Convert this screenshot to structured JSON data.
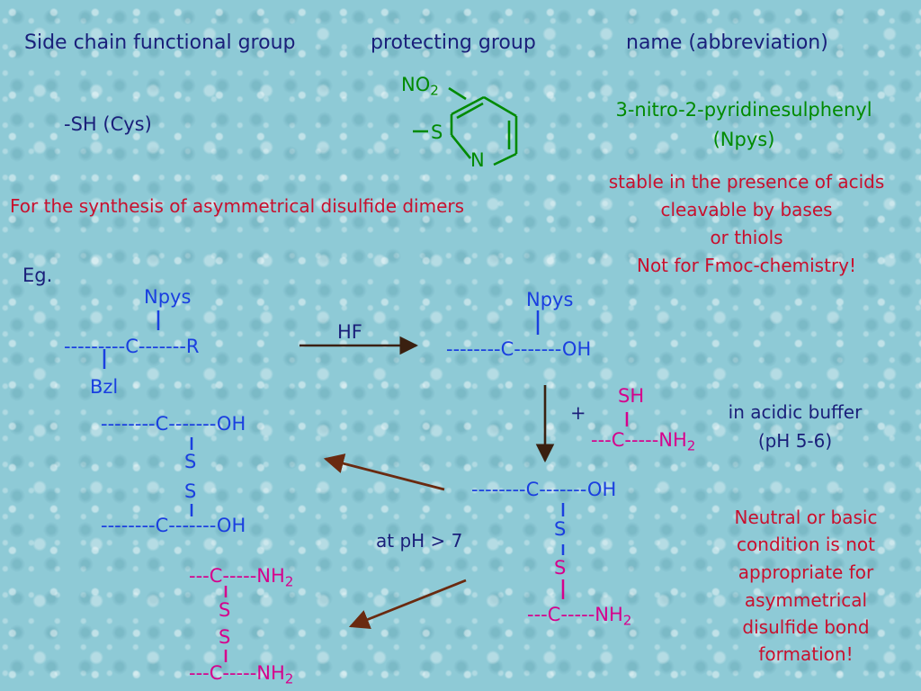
{
  "header": {
    "col1": "Side chain functional group",
    "col2": "protecting group",
    "col3": "name (abbreviation)"
  },
  "cys": {
    "group": "-SH (Cys)"
  },
  "structure": {
    "no2": "NO",
    "no2_sub": "2",
    "s": "S",
    "n": "N"
  },
  "name": {
    "line1": "3-nitro-2-pyridinesulphenyl",
    "line2": "(Npys)"
  },
  "synthesis_note": "For the synthesis of asymmetrical disulfide dimers",
  "stability": {
    "line1": "stable in the presence of acids",
    "line2": "cleavable by bases",
    "line3": "or thiols",
    "line4": "Not for Fmoc-chemistry!"
  },
  "example_label": "Eg.",
  "start": {
    "npys": "Npys",
    "chain_left": "---------",
    "c": "C",
    "chain_right": "-------R",
    "bzl": "Bzl"
  },
  "hf_label": "HF",
  "product": {
    "npys": "Npys",
    "chain_left": "--------",
    "c": "C",
    "chain_right": "-------OH"
  },
  "reagent": {
    "plus": "+",
    "sh": "SH",
    "dashes": "---",
    "c": "C",
    "chain": "-----",
    "nh": "NH",
    "nh_sub": "2"
  },
  "buffer": {
    "line1": "in acidic buffer",
    "line2": "(pH 5-6)"
  },
  "mixed": {
    "chain_left": "--------",
    "c": "C",
    "chain_right": "-------OH",
    "s1": "S",
    "s2": "S",
    "dashes": "---",
    "c2": "C",
    "chain": "-----",
    "nh": "NH",
    "nh_sub": "2"
  },
  "sym_oh": {
    "chain_left": "--------",
    "c": "C",
    "chain_right": "-------OH",
    "s1": "S",
    "s2": "S",
    "c2": "C"
  },
  "sym_nh2": {
    "dashes": "---",
    "c": "C",
    "chain": "-----",
    "nh": "NH",
    "nh_sub": "2",
    "s1": "S",
    "s2": "S",
    "c2": "C"
  },
  "ph_label": "at pH > 7",
  "warning": {
    "line1": "Neutral or basic",
    "line2": "condition is not",
    "line3": "appropriate for",
    "line4": "asymmetrical",
    "line5": "disulfide bond",
    "line6": "formation!"
  }
}
